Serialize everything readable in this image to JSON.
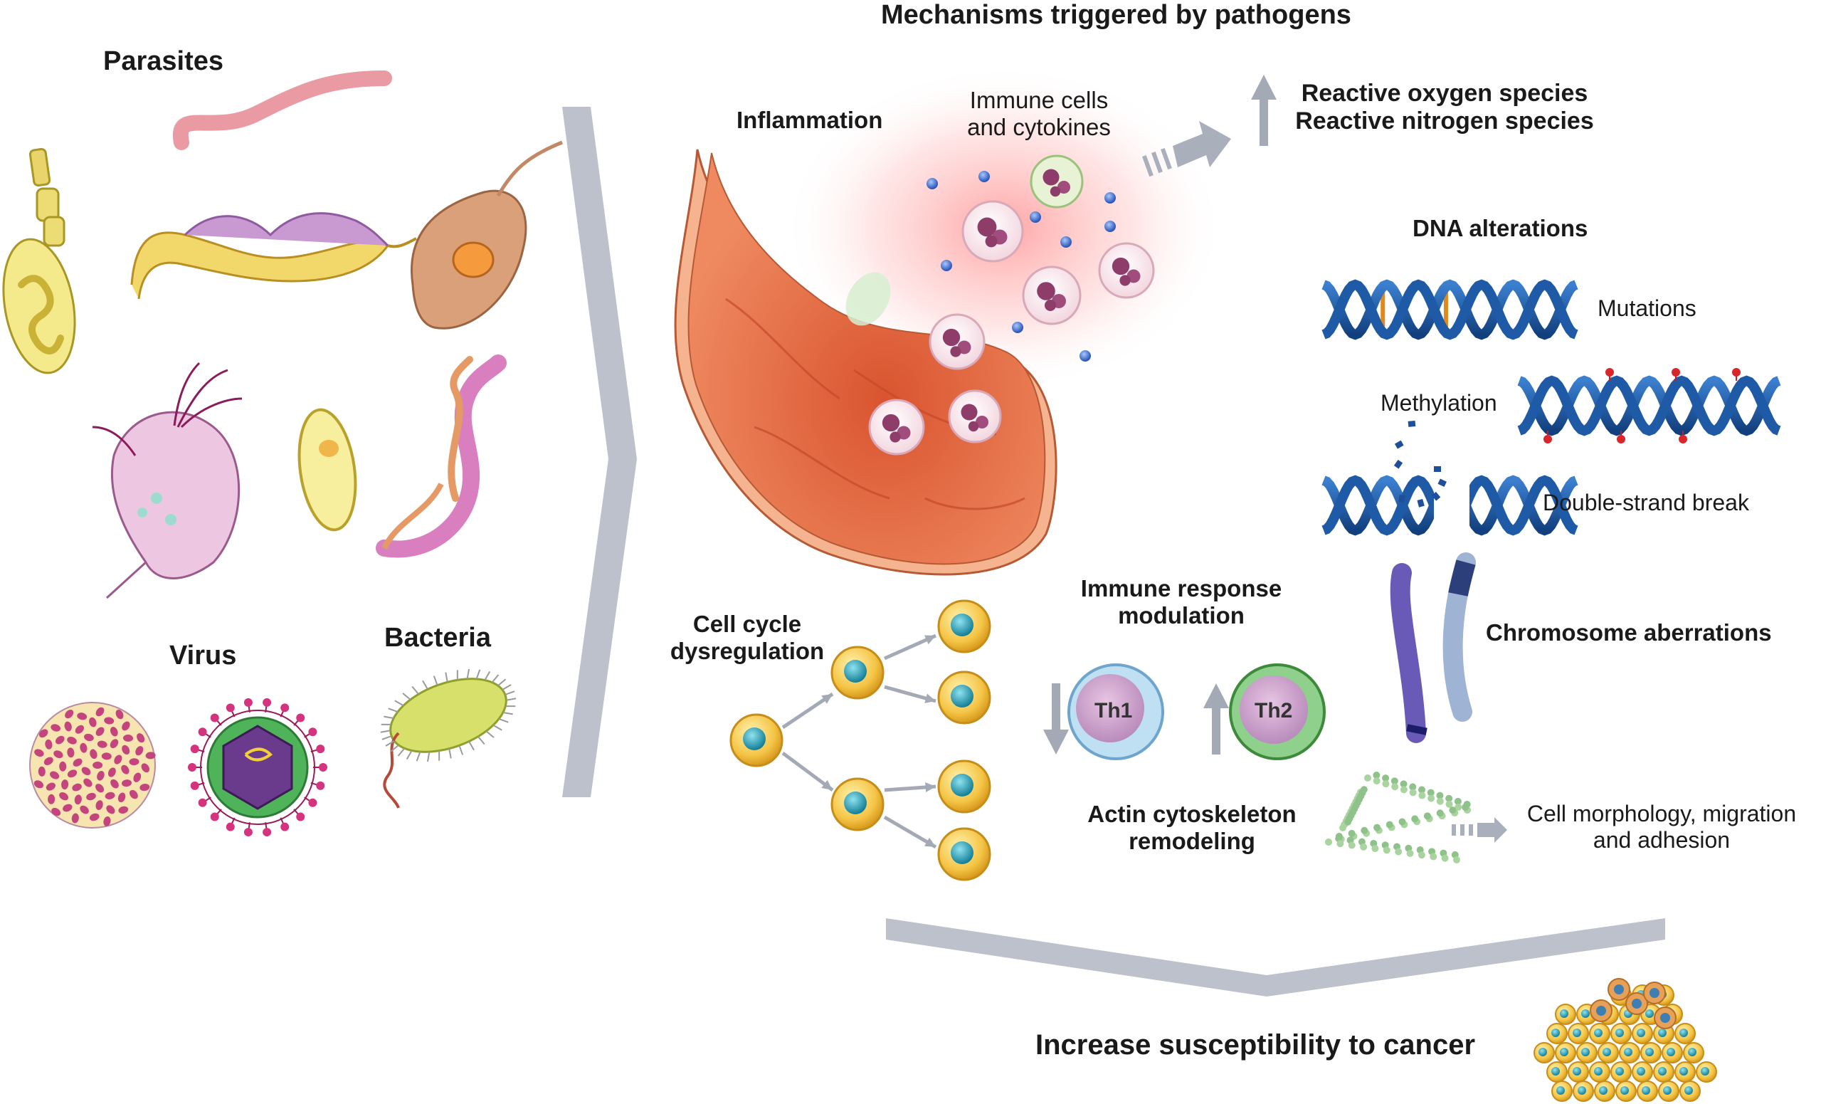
{
  "labels": {
    "title": "Mechanisms triggered by pathogens",
    "parasites": "Parasites",
    "virus": "Virus",
    "bacteria": "Bacteria",
    "inflammation": "Inflammation",
    "immune_cells_1": "Immune cells",
    "immune_cells_2": "and cytokines",
    "ros": "Reactive oxygen species",
    "rns": "Reactive nitrogen species",
    "dna_alterations": "DNA alterations",
    "mutations": "Mutations",
    "methylation": "Methylation",
    "double_strand_break": "Double-strand break",
    "chromosome_aberrations": "Chromosome aberrations",
    "cell_cycle_1": "Cell cycle",
    "cell_cycle_2": "dysregulation",
    "immune_response_1": "Immune response",
    "immune_response_2": "modulation",
    "th1": "Th1",
    "th2": "Th2",
    "actin_1": "Actin cytoskeleton",
    "actin_2": "remodeling",
    "morphology_1": "Cell morphology, migration",
    "morphology_2": "and adhesion",
    "cancer": "Increase susceptibility to cancer"
  },
  "colors": {
    "arrow_gray": "#b9bec8",
    "vessel_wall": "#e8734f",
    "vessel_inner": "#d9502f",
    "dna_blue": "#1f5aa6",
    "dna_highlight": "#e08a1e",
    "methyl_red": "#d8262a",
    "cell_yellow": "#f4c445",
    "cell_nucleus": "#1f9fb4",
    "th1_blue": "#a9cfe9",
    "th2_green": "#5dab5a",
    "cell_purple": "#b892c3"
  }
}
